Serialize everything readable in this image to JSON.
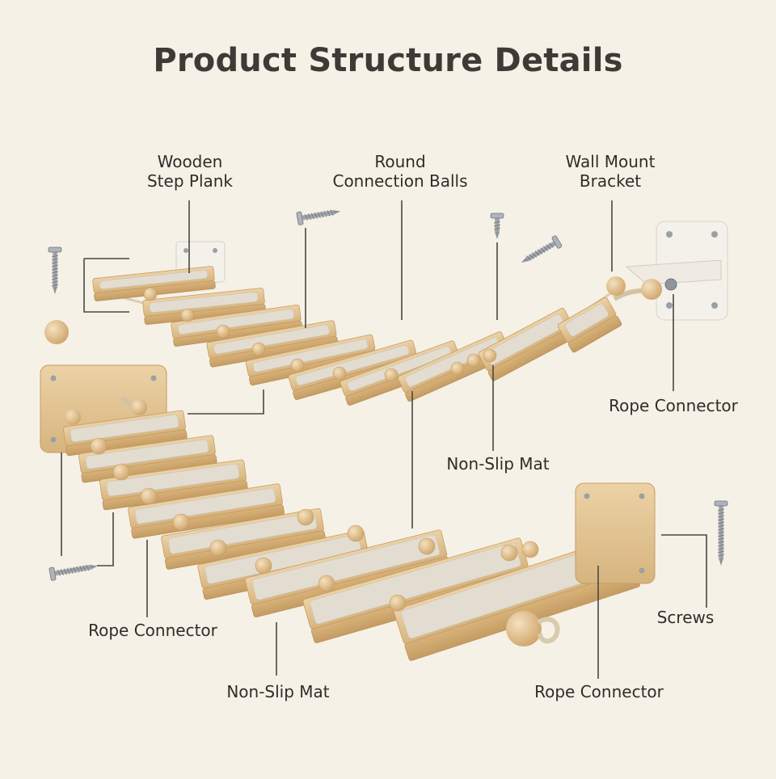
{
  "title": "Product Structure Details",
  "labels": {
    "wooden_step_plank": [
      "Wooden",
      "Step Plank"
    ],
    "round_connection_balls": [
      "Round",
      "Connection Balls"
    ],
    "wall_mount_bracket": [
      "Wall Mount",
      "Bracket"
    ],
    "rope_connector_right": "Rope Connector",
    "non_slip_mat_middle": "Non-Slip Mat",
    "screws": "Screws",
    "rope_connector_left": "Rope Connector",
    "non_slip_mat_bottom": "Non-Slip Mat",
    "rope_connector_bottom": "Rope Connector"
  },
  "colors": {
    "background": "#f6f1e6",
    "wood": "#e6c796",
    "wood_dark": "#c9a36b",
    "mat": "#e3ddd1",
    "metal": "#9aa0a6",
    "bracket_white": "#f4f1ea",
    "leader_line": "#4a4743"
  }
}
